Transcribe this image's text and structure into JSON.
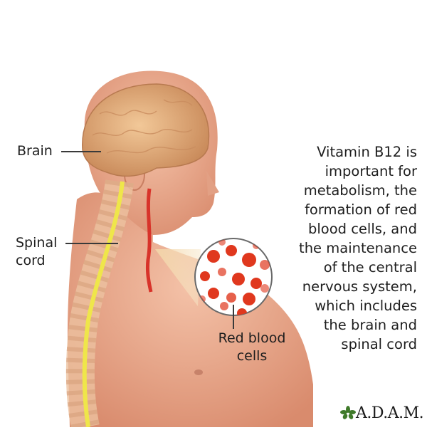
{
  "labels": {
    "brain": "Brain",
    "spinal_cord": [
      "Spinal",
      "cord"
    ],
    "red_blood_cells": [
      "Red blood",
      "cells"
    ]
  },
  "description": {
    "lines": [
      "Vitamin B12 is",
      "important for",
      "metabolism, the",
      "formation of red",
      "blood cells, and",
      "the maintenance",
      "of the central",
      "nervous system,",
      "which includes",
      "the brain and",
      "spinal cord"
    ]
  },
  "logo": {
    "text": "A.D.A.M.",
    "icon": "leaf-icon",
    "icon_color": "#3f7a2a"
  },
  "colors": {
    "skin": "#e9a98c",
    "brain": "#e2ae7c",
    "spinal_cord": "#f0ea5a",
    "artery": "#d8332a",
    "blood_cell": "#e0381e"
  }
}
